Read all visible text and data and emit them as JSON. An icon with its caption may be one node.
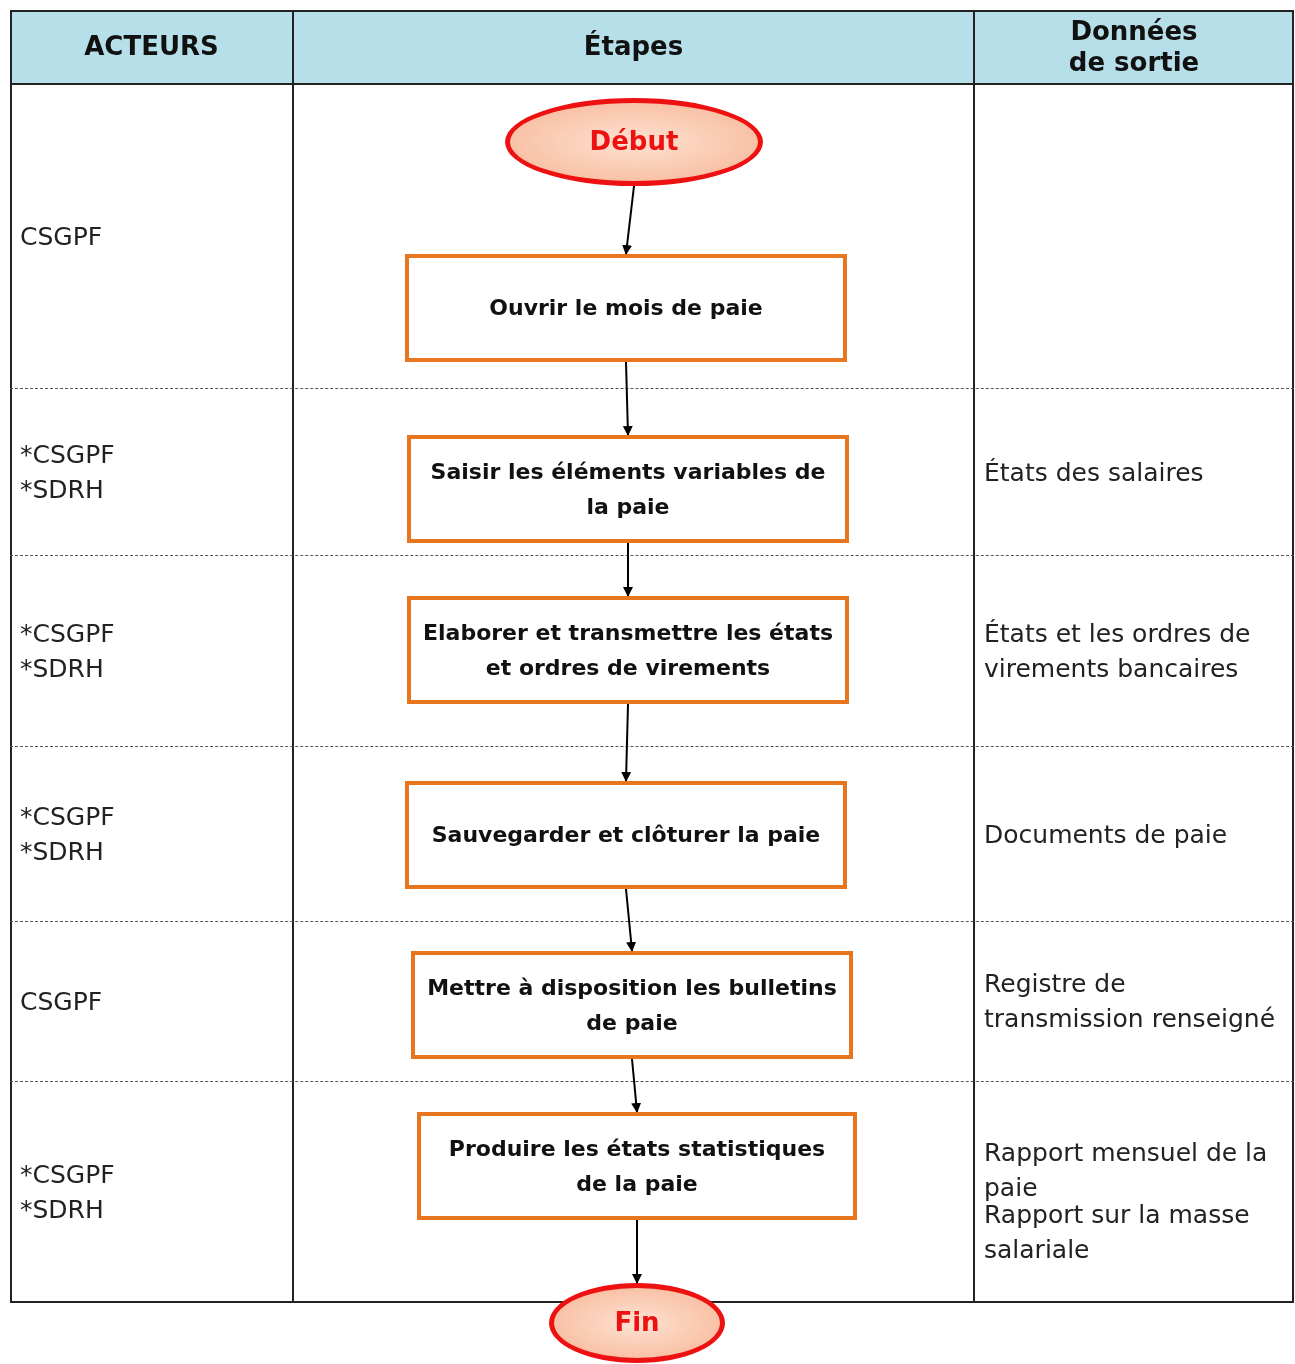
{
  "diagram": {
    "nodes": [
      {
        "text": [
          "Début"
        ]
      },
      {
        "text": [
          "Ouvrir le mois de paie"
        ]
      },
      {
        "text": [
          "Saisir les éléments variables de la paie"
        ]
      },
      {
        "text": [
          "Elaborer et transmettre les états et ordres de virements"
        ]
      },
      {
        "text": [
          "Sauvegarder et clôturer la paie"
        ]
      },
      {
        "text": [
          "Mettre à disposition les bulletins de paie"
        ]
      },
      {
        "text": [
          "Produire les états statistiques de la paie"
        ]
      },
      {
        "text": [
          "Fin"
        ]
      }
    ],
    "edges": [
      {
        "from": 0,
        "to": 1,
        "arrow": "to"
      },
      {
        "from": 1,
        "to": 2,
        "arrow": "to"
      },
      {
        "from": 2,
        "to": 3,
        "arrow": "to"
      },
      {
        "from": 3,
        "to": 4,
        "arrow": "to"
      },
      {
        "from": 4,
        "to": 5,
        "arrow": "to"
      },
      {
        "from": 5,
        "to": 6,
        "arrow": "to"
      },
      {
        "from": 6,
        "to": 7,
        "arrow": "to"
      }
    ],
    "labels": [
      "ACTEURS",
      "Étapes",
      "Données de sortie",
      "CSGPF",
      "*CSGPF *SDRH",
      "États des salaires",
      "*CSGPF *SDRH",
      "États et les ordres de virements bancaires",
      "*CSGPF *SDRH",
      "Documents de paie",
      "CSGPF",
      "Registre de transmission renseigné",
      "*CSGPF *SDRH",
      "Rapport mensuel de la paie",
      "Rapport sur la masse salariale"
    ]
  }
}
